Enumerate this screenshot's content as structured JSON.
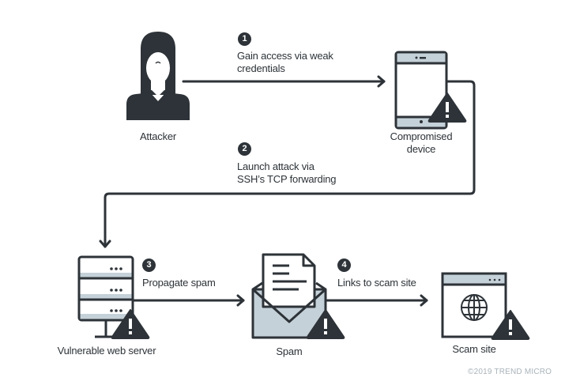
{
  "colors": {
    "ink": "#2d3338",
    "fill_light": "#c5d1d8",
    "copyright": "#a9b3ba",
    "background": "#ffffff"
  },
  "nodes": {
    "attacker": {
      "label": "Attacker",
      "icon": "hooded-person-icon"
    },
    "device": {
      "label_line1": "Compromised",
      "label_line2": "device",
      "icon": "tablet-icon"
    },
    "server": {
      "label": "Vulnerable web server",
      "icon": "server-icon"
    },
    "spam": {
      "label": "Spam",
      "icon": "envelope-icon"
    },
    "scam_site": {
      "label": "Scam site",
      "icon": "browser-globe-icon"
    }
  },
  "steps": [
    {
      "number": "1",
      "line1": "Gain access via weak",
      "line2": "credentials"
    },
    {
      "number": "2",
      "line1": "Launch attack via",
      "line2": "SSH’s TCP forwarding"
    },
    {
      "number": "3",
      "line1": "Propagate spam"
    },
    {
      "number": "4",
      "line1": "Links to scam site"
    }
  ],
  "footer": {
    "copyright": "©2019 TREND MICRO"
  }
}
